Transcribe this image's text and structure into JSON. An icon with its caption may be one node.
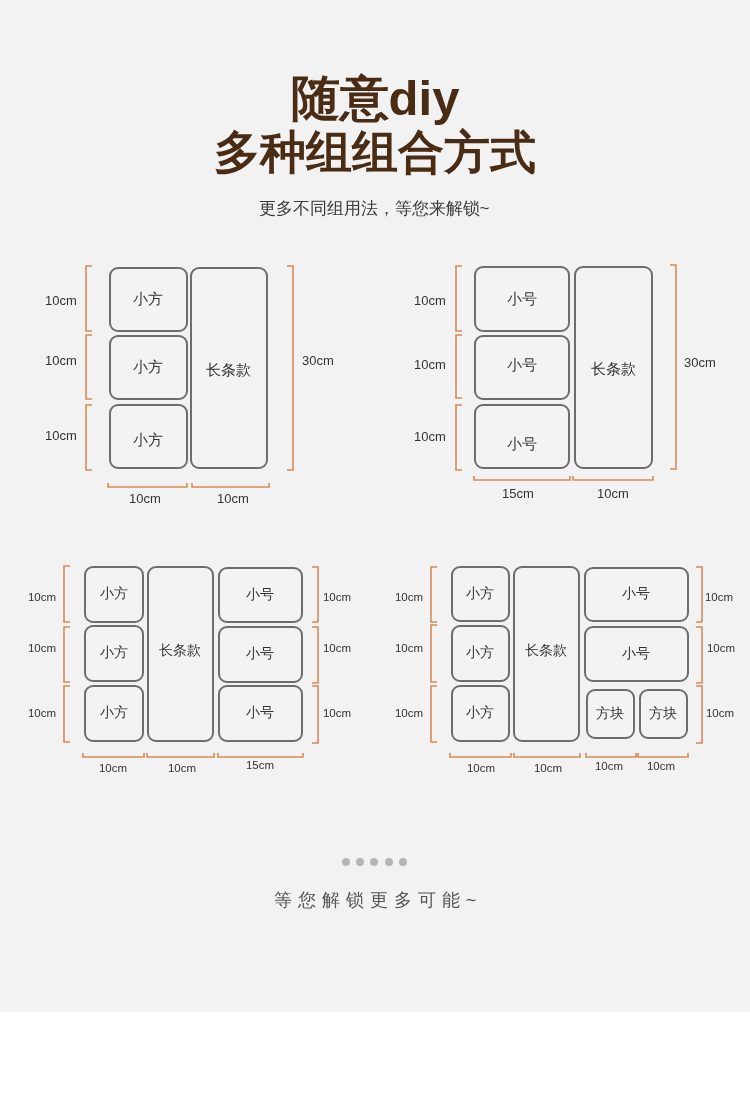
{
  "diagram": {
    "title": "随意diy",
    "nodes": [
      {
        "text": [
          "小方"
        ]
      },
      {
        "text": [
          "小方"
        ]
      },
      {
        "text": [
          "小方"
        ]
      },
      {
        "text": [
          "长条款"
        ]
      },
      {
        "text": [
          "小号"
        ]
      },
      {
        "text": [
          "小号"
        ]
      },
      {
        "text": [
          "小号"
        ]
      },
      {
        "text": [
          "长条款"
        ]
      },
      {
        "text": [
          "小方"
        ]
      },
      {
        "text": [
          "小方"
        ]
      },
      {
        "text": [
          "小方"
        ]
      },
      {
        "text": [
          "长条款"
        ]
      },
      {
        "text": [
          "小号"
        ]
      },
      {
        "text": [
          "小号"
        ]
      },
      {
        "text": [
          "小号"
        ]
      },
      {
        "text": [
          "小方"
        ]
      },
      {
        "text": [
          "小方"
        ]
      },
      {
        "text": [
          "小方"
        ]
      },
      {
        "text": [
          "长条款"
        ]
      },
      {
        "text": [
          "小号"
        ]
      },
      {
        "text": [
          "小号"
        ]
      },
      {
        "text": [
          "方块"
        ]
      },
      {
        "text": [
          "方块"
        ]
      }
    ],
    "labels": [
      "多种组组合方式",
      "更多不同组用法，等您来解锁~",
      "10cm",
      "10cm",
      "30cm",
      "10cm",
      "10cm",
      "10cm",
      "10cm",
      "10cm",
      "30cm",
      "10cm",
      "15cm",
      "10cm",
      "10cm",
      "10cm",
      "10cm",
      "10cm",
      "10cm",
      "10cm",
      "10cm",
      "10cm",
      "15cm",
      "10cm",
      "10cm",
      "10cm",
      "10cm",
      "10cm",
      "10cm",
      "10cm",
      "10cm",
      "10cm",
      "10cm",
      "等您解锁更多可能~"
    ]
  }
}
